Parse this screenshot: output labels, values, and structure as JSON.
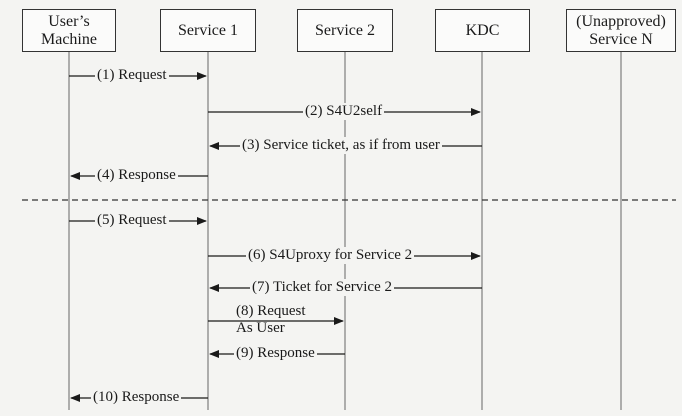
{
  "participants": [
    {
      "id": "user",
      "label": "User’s\nMachine"
    },
    {
      "id": "s1",
      "label": "Service 1"
    },
    {
      "id": "s2",
      "label": "Service 2"
    },
    {
      "id": "kdc",
      "label": "KDC"
    },
    {
      "id": "sn",
      "label": "(Unapproved)\nService N"
    }
  ],
  "messages": [
    {
      "label": "(1) Request"
    },
    {
      "label": "(2) S4U2self"
    },
    {
      "label": "(3) Service ticket, as if from user"
    },
    {
      "label": "(4) Response"
    },
    {
      "label": "(5) Request"
    },
    {
      "label": "(6) S4Uproxy for Service 2"
    },
    {
      "label": "(7) Ticket for Service 2"
    },
    {
      "label": "(8) Request\n As User"
    },
    {
      "label": "(9) Response"
    },
    {
      "label": "(10) Response"
    }
  ]
}
